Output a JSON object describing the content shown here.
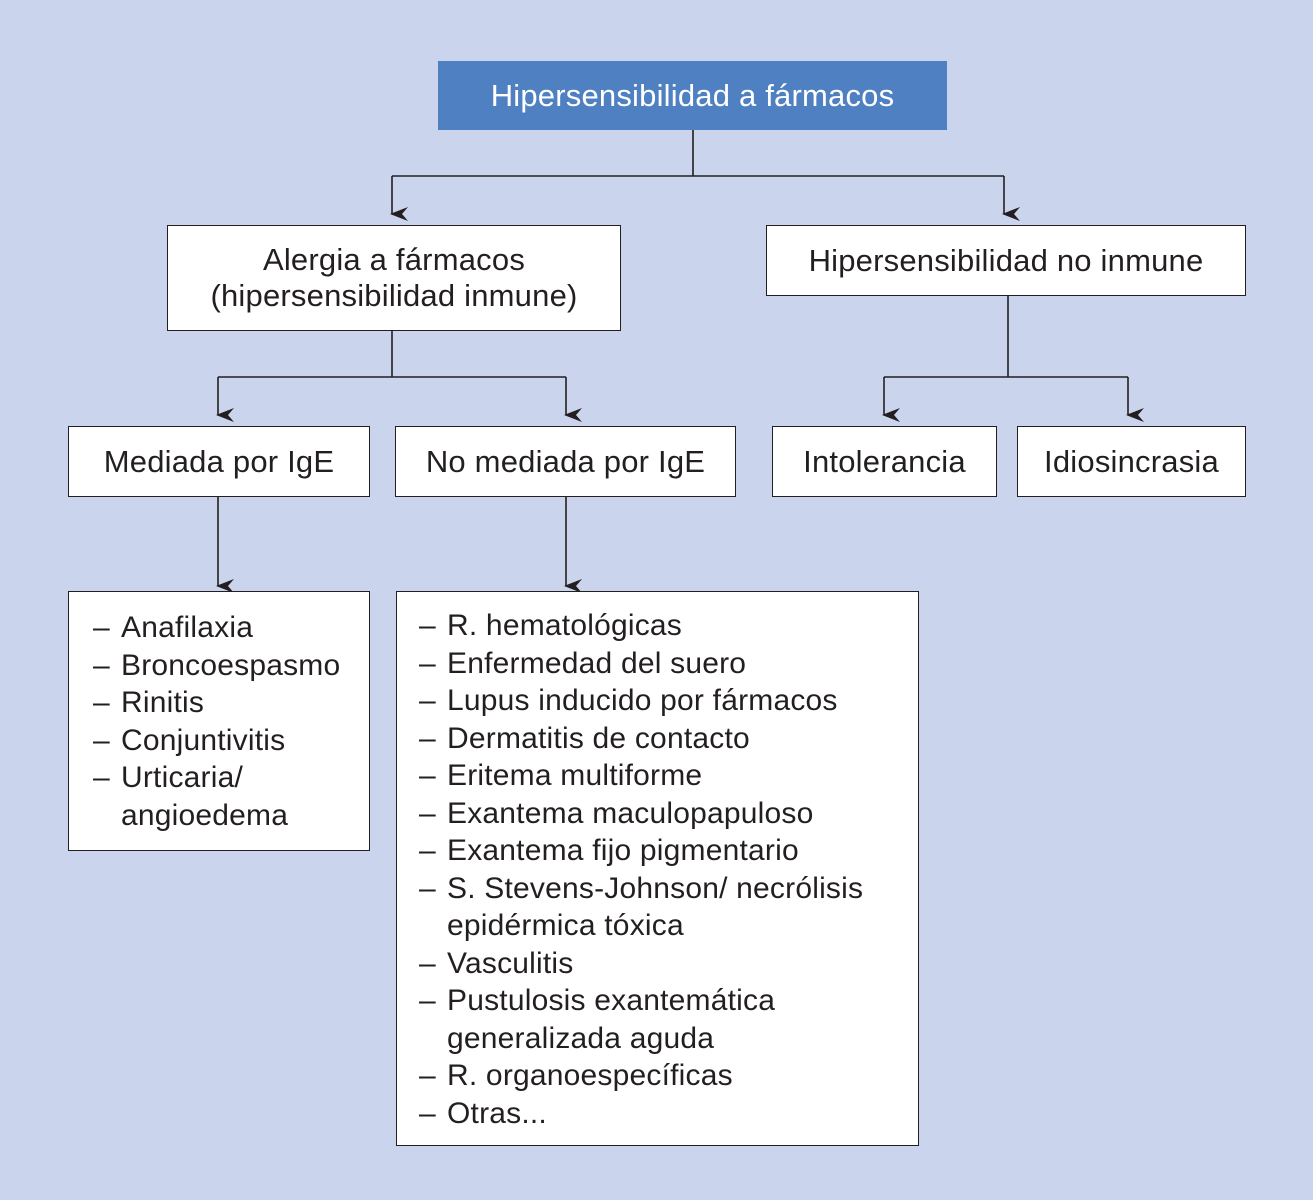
{
  "root": {
    "label": "Hipersensibilidad a fármacos"
  },
  "allergy": {
    "line1": "Alergia a fármacos",
    "line2": "(hipersensibilidad inmune)"
  },
  "non_immune": {
    "label": "Hipersensibilidad no inmune"
  },
  "ige": {
    "label": "Mediada por IgE"
  },
  "non_ige": {
    "label": "No mediada por IgE"
  },
  "intolerance": {
    "label": "Intolerancia"
  },
  "idiosyncrasy": {
    "label": "Idiosincrasia"
  },
  "ige_list": [
    "Anafilaxia",
    "Broncoespasmo",
    "Rinitis",
    "Conjuntivitis",
    "Urticaria/ angioedema"
  ],
  "non_ige_list": [
    "R. hematológicas",
    "Enfermedad del suero",
    "Lupus inducido por fármacos",
    "Dermatitis de contacto",
    "Eritema multiforme",
    "Exantema maculopapuloso",
    "Exantema fijo pigmentario",
    "S. Stevens-Johnson/ necrólisis epidérmica tóxica",
    "Vasculitis",
    "Pustulosis exantemática generalizada aguda",
    "R. organoespecíficas",
    "Otras..."
  ],
  "colors": {
    "background": "#cad4ec",
    "root_fill": "#4f80c2",
    "line": "#231f20"
  }
}
